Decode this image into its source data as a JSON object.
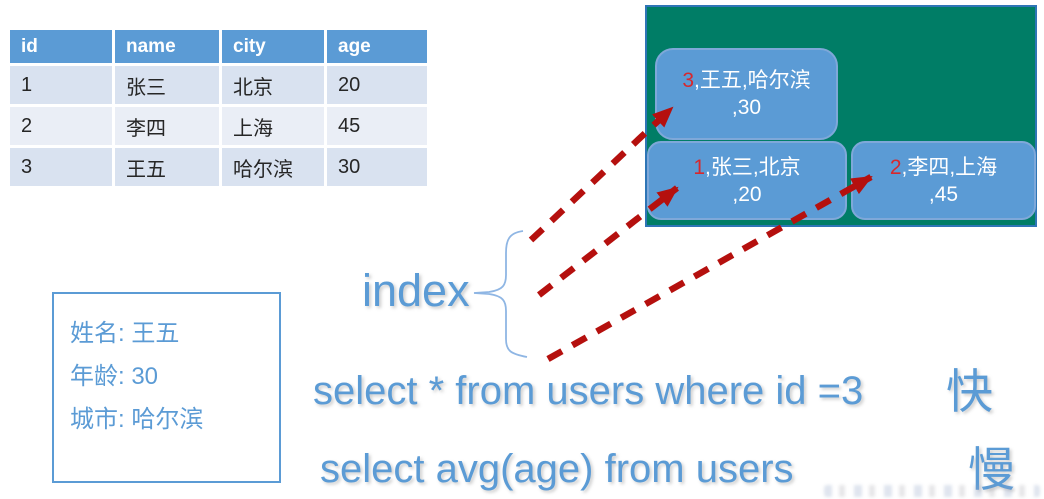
{
  "table": {
    "headers": [
      "id",
      "name",
      "city",
      "age"
    ],
    "rows": [
      [
        "1",
        "张三",
        "北京",
        "20"
      ],
      [
        "2",
        "李四",
        "上海",
        "45"
      ],
      [
        "3",
        "王五",
        "哈尔滨",
        "30"
      ]
    ]
  },
  "panel": {
    "blocks": [
      {
        "num": "3",
        "text": ",王五,哈尔滨",
        "line2": ",30"
      },
      {
        "num": "1",
        "text": ",张三,北京",
        "line2": ",20"
      },
      {
        "num": "2",
        "text": ",李四,上海",
        "line2": ",45"
      }
    ]
  },
  "index_label": "index",
  "record_card": {
    "lines": [
      "姓名: 王五",
      "年龄: 30",
      "城市: 哈尔滨"
    ]
  },
  "queries": [
    {
      "sql": "select * from users where id =3",
      "speed": "快"
    },
    {
      "sql": "select avg(age) from users",
      "speed": "慢"
    }
  ],
  "colors": {
    "accent_blue": "#5B9BD5",
    "panel_green": "#007D66",
    "panel_border": "#2E75B6",
    "arrow_red": "#B5100E",
    "record_number_red": "#D7282D",
    "row_band_dark": "#D9E2F0",
    "row_band_light": "#EAEEF6"
  }
}
